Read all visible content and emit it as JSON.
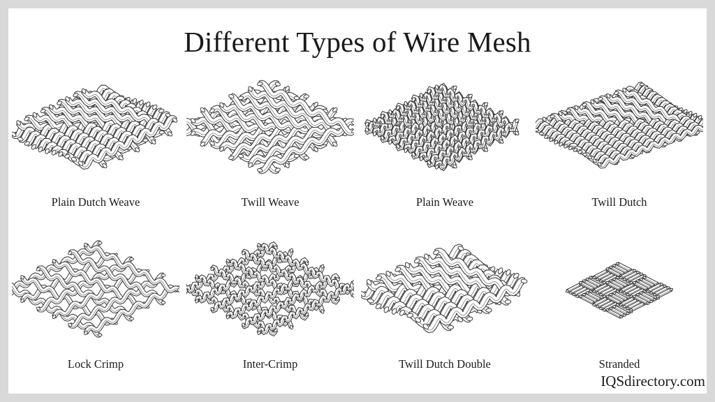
{
  "page": {
    "title": "Different Types of Wire Mesh",
    "watermark": "IQSdirectory.com",
    "background_color": "#d9d9d9",
    "canvas_color": "#ffffff",
    "line_color": "#3a3a3a",
    "text_color": "#1a1a1a"
  },
  "grid": {
    "rows": 2,
    "columns": 4,
    "items": [
      {
        "label": "Plain Dutch Weave",
        "art": "plain-dutch-weave"
      },
      {
        "label": "Twill Weave",
        "art": "twill-weave"
      },
      {
        "label": "Plain Weave",
        "art": "plain-weave"
      },
      {
        "label": "Twill Dutch",
        "art": "twill-dutch"
      },
      {
        "label": "Lock Crimp",
        "art": "lock-crimp"
      },
      {
        "label": "Inter-Crimp",
        "art": "inter-crimp"
      },
      {
        "label": "Twill Dutch Double",
        "art": "twill-dutch-double"
      },
      {
        "label": "Stranded",
        "art": "stranded"
      }
    ]
  }
}
